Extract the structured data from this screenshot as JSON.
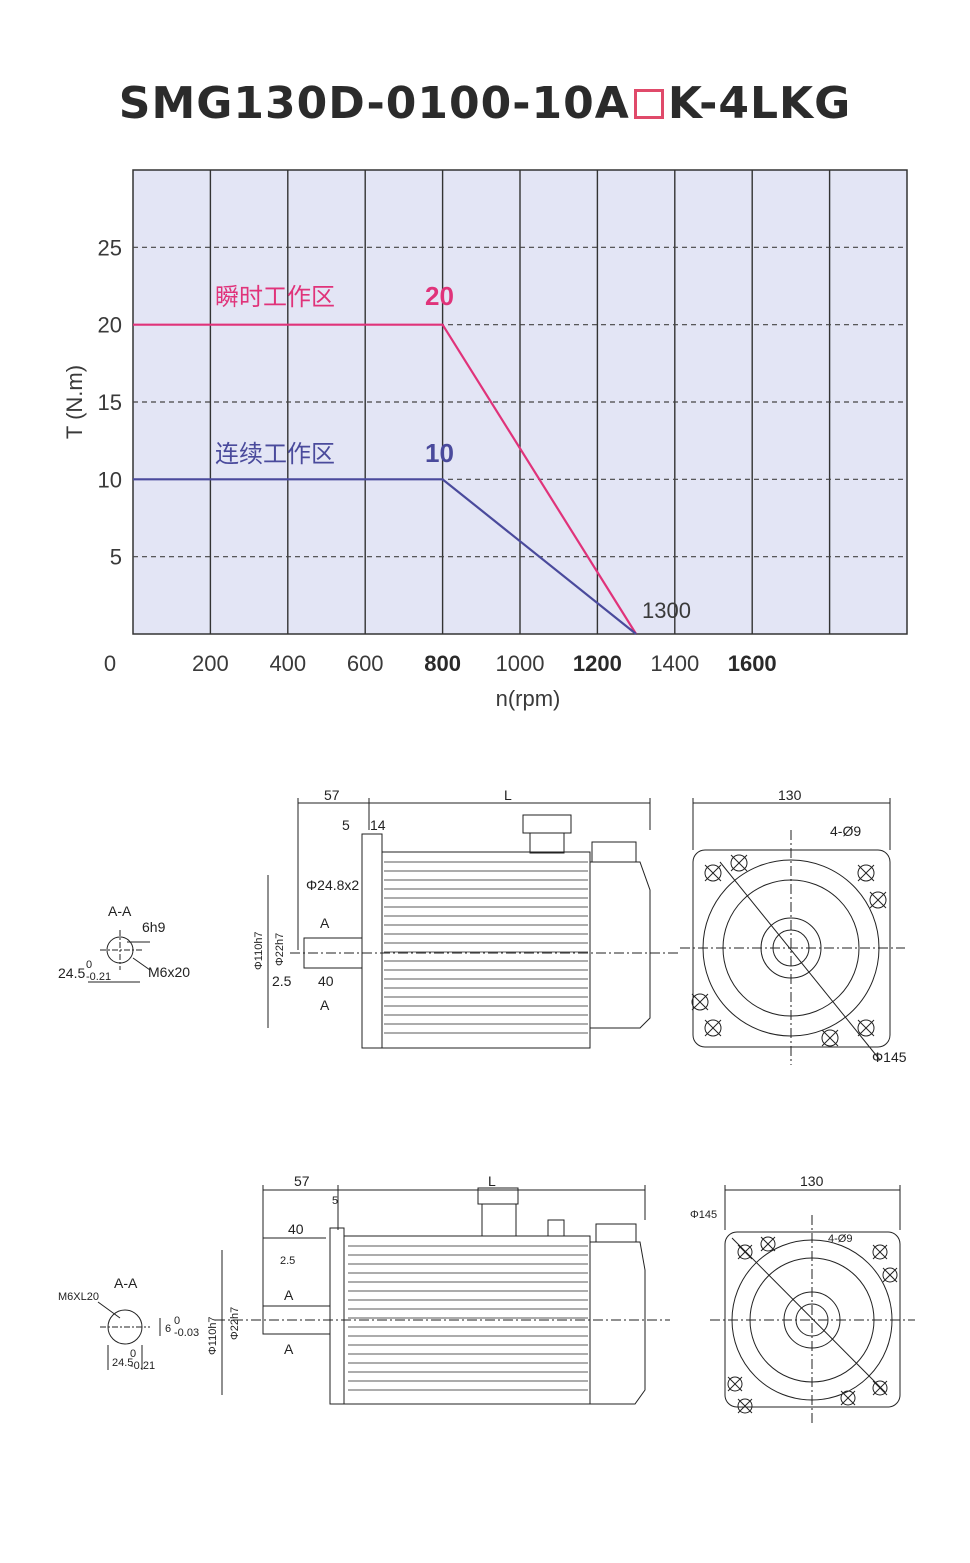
{
  "title": {
    "prefix": "SMG130D-0100-10A",
    "suffix": "K-4LKG"
  },
  "chart_data": {
    "type": "line",
    "xlabel": "n(rpm)",
    "ylabel": "T (N.m)",
    "xlim": [
      0,
      2000
    ],
    "ylim": [
      0,
      30
    ],
    "x_ticks": [
      "0",
      "200",
      "400",
      "600",
      "800",
      "1000",
      "1200",
      "1400",
      "1600"
    ],
    "y_ticks": [
      "5",
      "10",
      "15",
      "20",
      "25"
    ],
    "grid": true,
    "series": [
      {
        "name": "瞬时工作区",
        "peak_label": "20",
        "color": "#e0337a",
        "x": [
          0,
          800,
          1300
        ],
        "y": [
          20,
          20,
          0
        ]
      },
      {
        "name": "连续工作区",
        "peak_label": "10",
        "color": "#4a4a9c",
        "x": [
          0,
          800,
          1300
        ],
        "y": [
          10,
          10,
          0
        ]
      }
    ],
    "annotations": [
      "1300"
    ],
    "plot_bg": "#e3e5f5"
  },
  "drawing1": {
    "section_label": "A-A",
    "keyway": "6h9",
    "thread": "M6x20",
    "key_height": "24.5",
    "key_height_tol_upper": "0",
    "key_height_tol_lower": "-0.21",
    "dim_57": "57",
    "dim_L": "L",
    "dim_5": "5",
    "dim_14": "14",
    "shaft_dia": "Φ24.8x2",
    "flange_dia": "Φ110h7",
    "shaft_fit": "Φ22h7",
    "dim_2_5": "2.5",
    "dim_40": "40",
    "section_mark": "A",
    "end_width": "130",
    "holes": "4-Ø9",
    "pcd": "Φ145"
  },
  "drawing2": {
    "section_label": "A-A",
    "thread": "M6XL20",
    "key_width": "6",
    "key_width_tol_upper": "0",
    "key_width_tol_lower": "-0.03",
    "key_height": "24.5",
    "key_height_tol_upper": "0",
    "key_height_tol_lower": "-0.21",
    "dim_57": "57",
    "dim_L": "L",
    "dim_5": "5",
    "dim_40": "40",
    "dim_2_5": "2.5",
    "flange_dia": "Φ110h7",
    "shaft_fit": "Φ22h7",
    "section_mark": "A",
    "end_width": "130",
    "pcd": "Φ145",
    "holes": "4-Ø9"
  }
}
